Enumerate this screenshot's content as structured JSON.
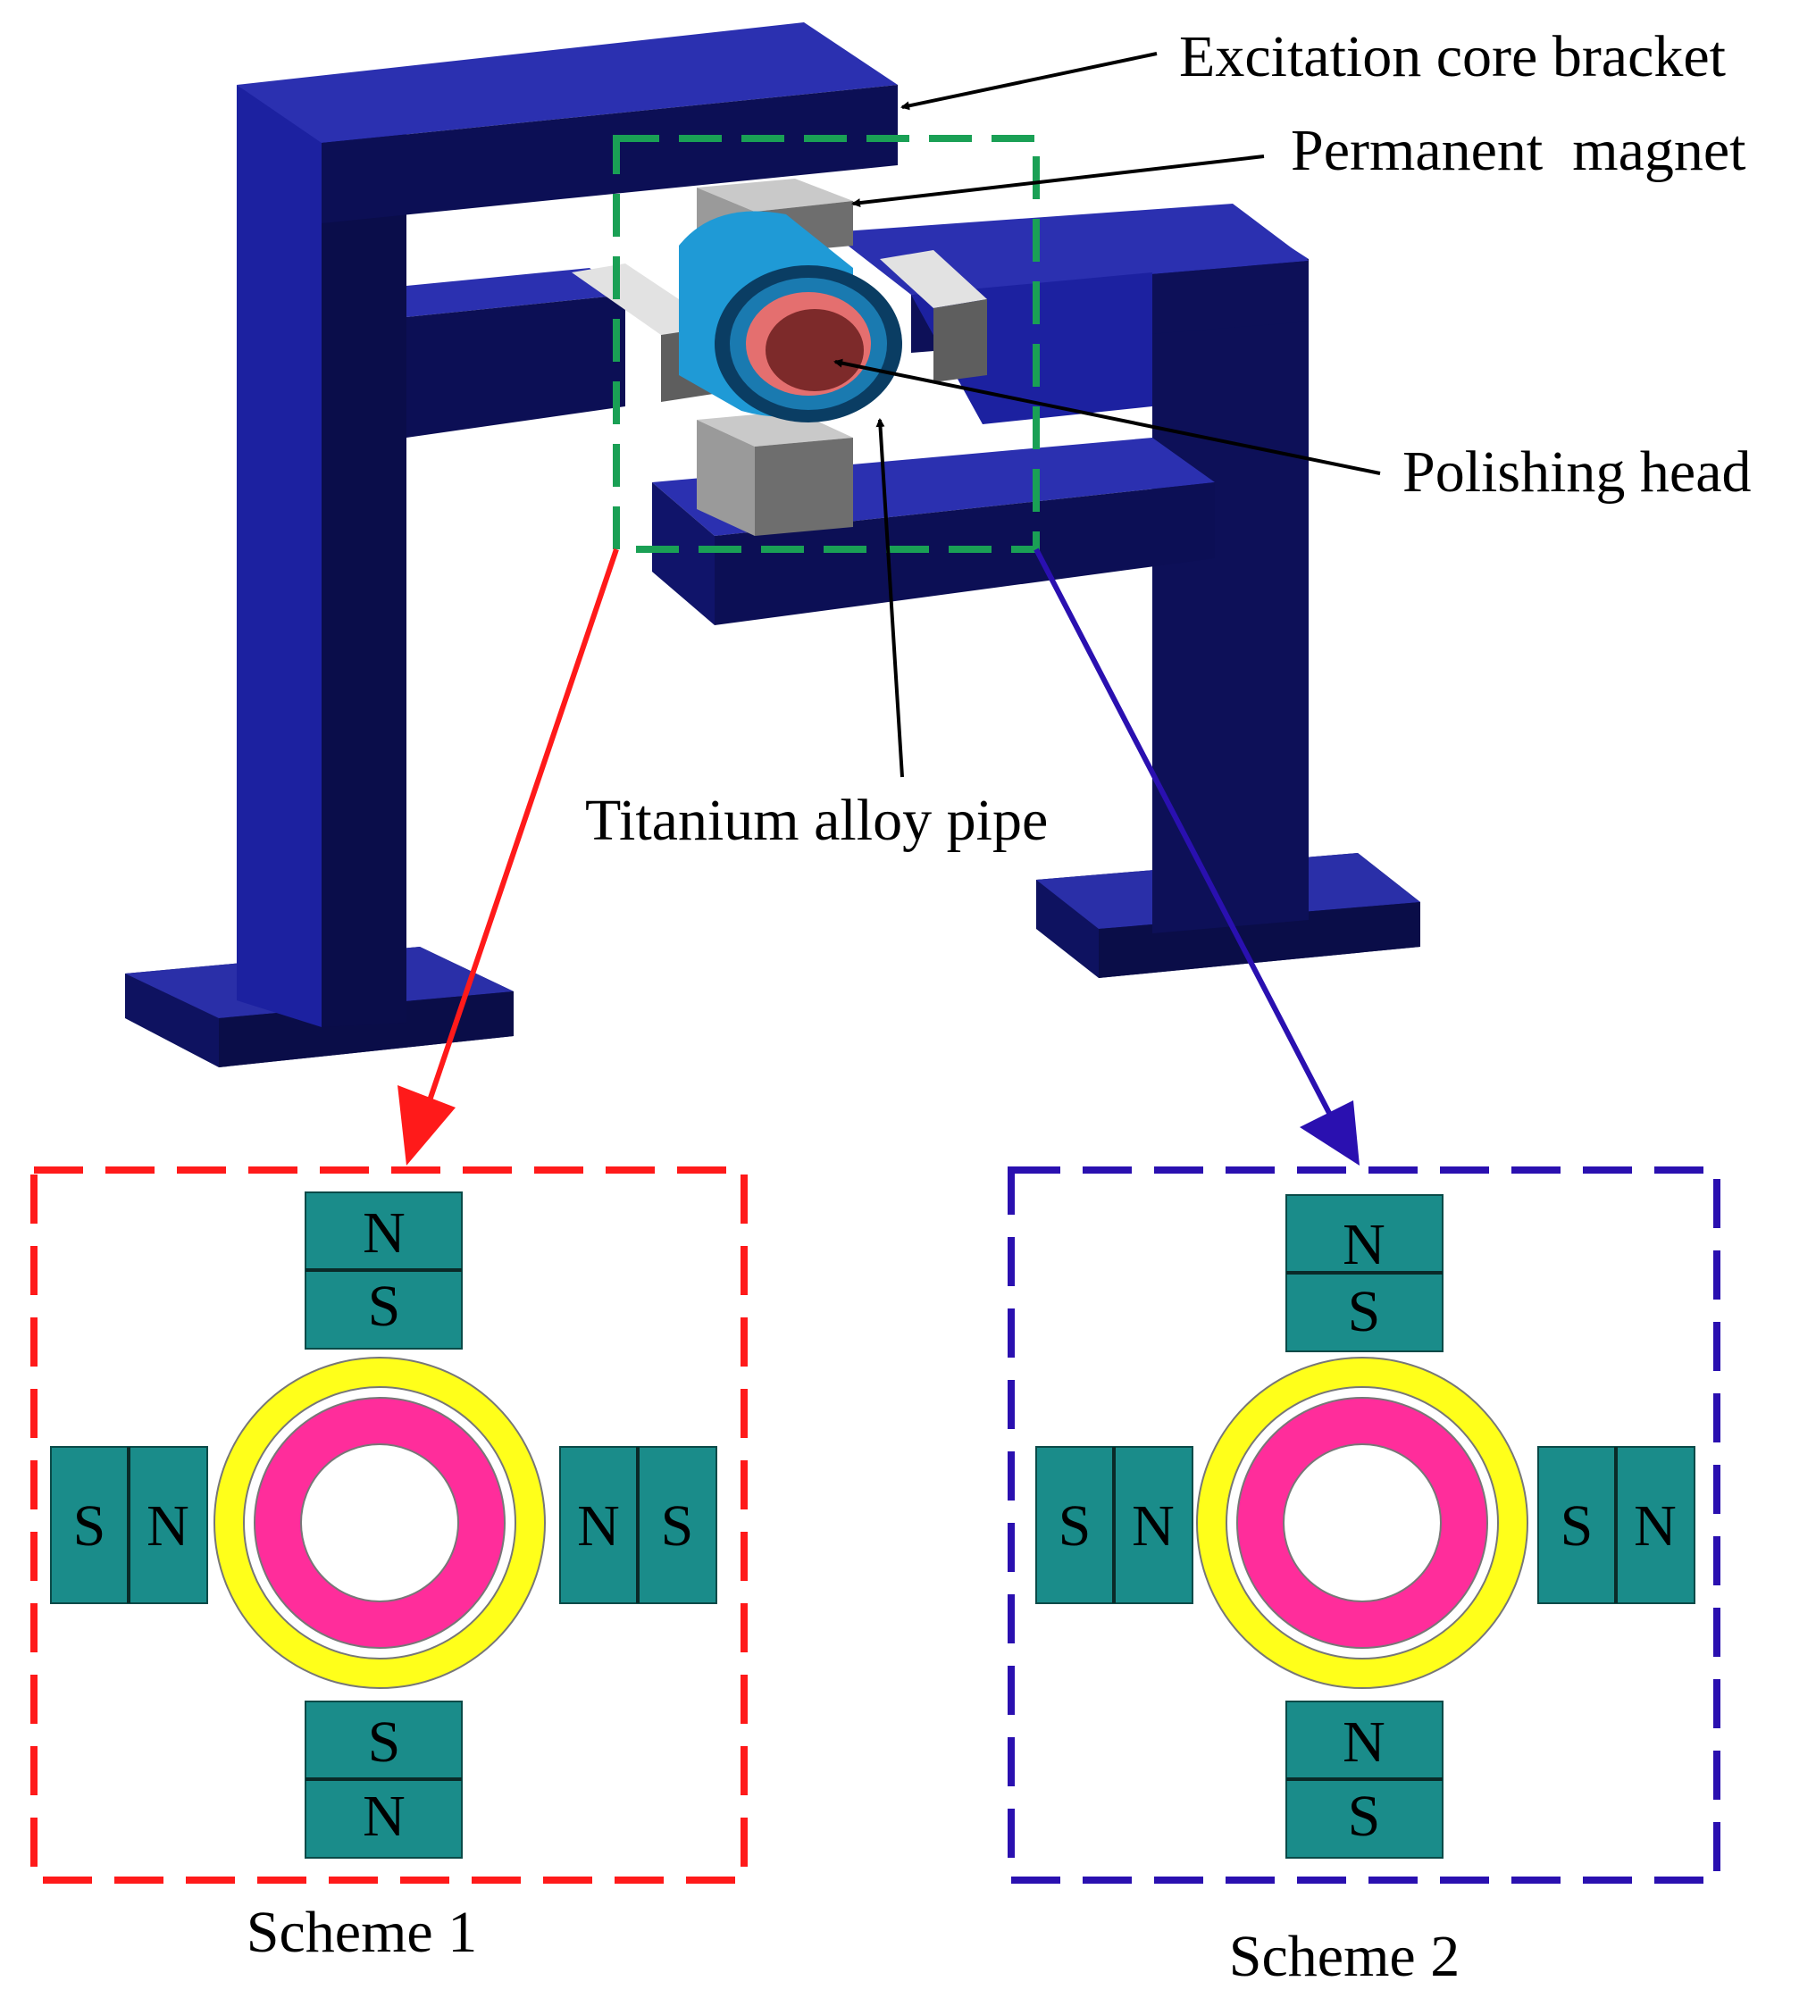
{
  "labels": {
    "excitation_core_bracket": "Excitation core bracket",
    "permanent_magnet": "Permanent  magnet",
    "polishing_head": "Polishing head",
    "titanium_alloy_pipe": "Titanium alloy pipe"
  },
  "scheme1": {
    "caption": "Scheme 1",
    "top": [
      "N",
      "S"
    ],
    "bottom": [
      "S",
      "N"
    ],
    "left": [
      "S",
      "N"
    ],
    "right": [
      "N",
      "S"
    ]
  },
  "scheme2": {
    "caption": "Scheme 2",
    "top": [
      "N",
      "S"
    ],
    "bottom": [
      "N",
      "S"
    ],
    "left": [
      "S",
      "N"
    ],
    "right": [
      "S",
      "N"
    ]
  },
  "colors": {
    "bracket": "#1b1f8a",
    "bracket_dark": "#0c0f55",
    "highlight_box": "#1aa055",
    "scheme1_box": "#ff1a1a",
    "scheme2_box": "#2a10b0",
    "magnet": "#1a8c8a",
    "ring_outer": "#ffff1a",
    "ring_inner": "#ff2d9b"
  }
}
